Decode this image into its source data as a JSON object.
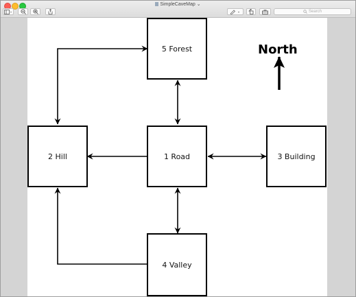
{
  "window": {
    "title": "SimpleCaveMap"
  },
  "toolbar": {
    "search_placeholder": "Search"
  },
  "icons": {
    "sidebar": "sidebar-icon",
    "zoom_out": "zoom-out-icon",
    "zoom_in": "zoom-in-icon",
    "share": "share-icon",
    "markup": "pen-markup-icon",
    "rotate": "rotate-icon",
    "toolbox": "toolbox-icon",
    "search": "magnifier-icon"
  },
  "colors": {
    "close": "#fc5f57",
    "minimize": "#fdbc2e",
    "maximize": "#28c840"
  },
  "diagram": {
    "north_label": "North",
    "nodes": [
      {
        "id": "road",
        "label": "1 Road"
      },
      {
        "id": "hill",
        "label": "2 Hill"
      },
      {
        "id": "building",
        "label": "3 Building"
      },
      {
        "id": "valley",
        "label": "4 Valley"
      },
      {
        "id": "forest",
        "label": "5 Forest"
      }
    ],
    "edges": [
      {
        "from": "road",
        "to": "forest",
        "direction": "both"
      },
      {
        "from": "road",
        "to": "hill",
        "direction": "to"
      },
      {
        "from": "road",
        "to": "building",
        "direction": "both"
      },
      {
        "from": "road",
        "to": "valley",
        "direction": "both"
      },
      {
        "from": "hill",
        "to": "forest",
        "direction": "both"
      },
      {
        "from": "valley",
        "to": "hill",
        "direction": "to"
      }
    ]
  }
}
